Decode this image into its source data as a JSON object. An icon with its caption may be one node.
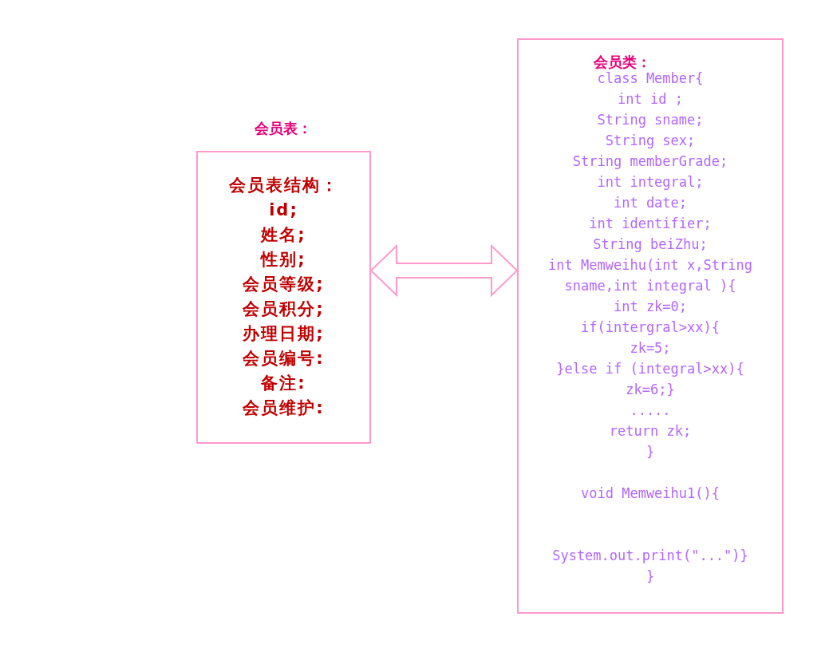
{
  "diagram": {
    "nodes": [
      {
        "text": [
          "会员表：",
          "会员表结构：",
          "id;",
          "姓名;",
          "性别;",
          "会员等级;",
          "会员积分;",
          "办理日期;",
          "会员编号:",
          "备注:",
          "会员维护:"
        ]
      },
      {
        "text": [
          "会员类：",
          "class Member{",
          "int id ;",
          "String sname;",
          "String sex;",
          "String memberGrade;",
          "int integral;",
          "int date;",
          "int identifier;",
          "String beiZhu;",
          "int Memweihu(int x,String",
          "sname,int integral ){",
          "int zk=0;",
          "if(intergral>xx){",
          "zk=5;",
          "}else if (integral>xx){",
          "zk=6;}",
          ".....",
          "return zk;",
          "}",
          "void Memweihu1(){",
          "System.out.print(\"...\")}",
          "}"
        ]
      }
    ],
    "edges": [
      {
        "from": 0,
        "to": 1,
        "arrow": "both"
      }
    ]
  }
}
